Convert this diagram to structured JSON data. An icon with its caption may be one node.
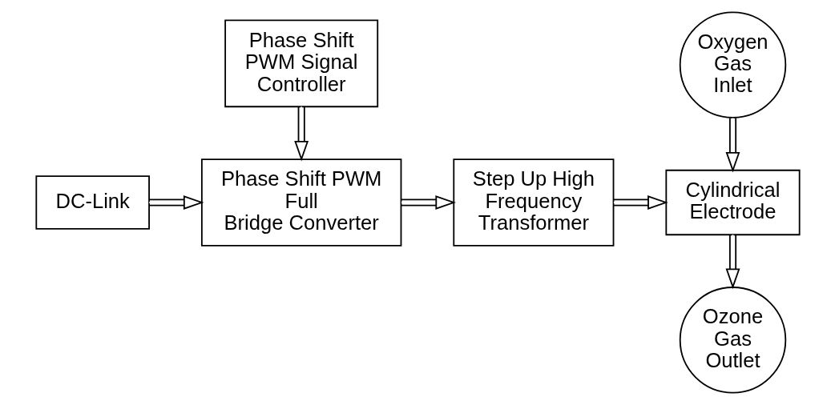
{
  "diagram": {
    "nodes": [
      {
        "text": [
          "Oxygen Gas Inlet"
        ]
      },
      {
        "text": [
          "DC-Link"
        ]
      },
      {
        "text": [
          "Phase Shift PWM Full Bridge Converter"
        ]
      },
      {
        "text": [
          "Step Up High Frequency Transformer"
        ]
      },
      {
        "text": [
          "Cylindrical Electrode"
        ]
      },
      {
        "text": [
          "Phase Shift PWM Signal Controller"
        ]
      },
      {
        "text": [
          "Ozone Gas Outlet"
        ]
      }
    ],
    "edges": [
      {
        "from": 1,
        "to": 2,
        "arrow": "to"
      },
      {
        "from": 2,
        "to": 3,
        "arrow": "to"
      },
      {
        "from": 3,
        "to": 4,
        "arrow": "to"
      },
      {
        "from": 0,
        "to": 4,
        "arrow": "to"
      },
      {
        "from": 5,
        "to": 2,
        "arrow": "to"
      },
      {
        "from": 4,
        "to": 6,
        "arrow": "to"
      }
    ]
  }
}
